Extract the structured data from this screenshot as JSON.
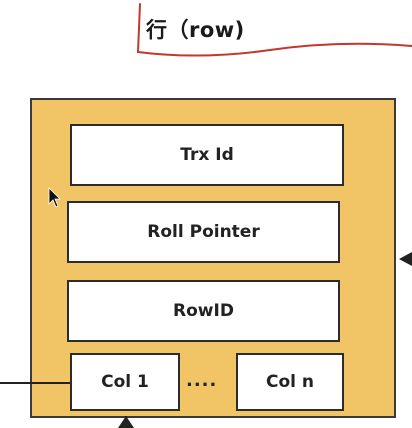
{
  "title": "行（row)",
  "fields": {
    "trx_id": "Trx Id",
    "roll_pointer": "Roll Pointer",
    "row_id": "RowID",
    "col_1": "Col 1",
    "ellipsis": "....",
    "col_n": "Col n"
  },
  "colors": {
    "record_fill": "#f1c566",
    "border": "#2c2c2c",
    "annotation_red": "#c0392b"
  }
}
